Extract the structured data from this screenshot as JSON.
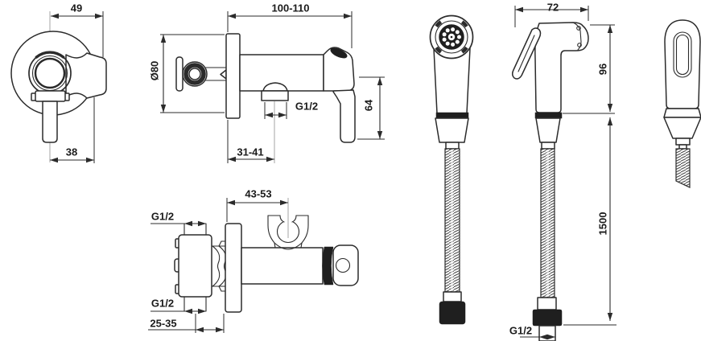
{
  "drawing": {
    "kind": "technical-dimension-drawing",
    "subject": "bidet hand spray with angle valve and holder",
    "colors": {
      "line": "#2b2b2b",
      "background": "#ffffff"
    }
  },
  "labels": {
    "front_width": "49",
    "front_handle_offset": "38",
    "side_depth": "100-110",
    "flange_diameter": "Ø80",
    "outlet_thread": "G1/2",
    "outlet_offset": "31-41",
    "lever_drop": "64",
    "holder_offset": "43-53",
    "top_inlet_thread": "G1/2",
    "top_outlet_thread": "G1/2",
    "body_depth": "25-35",
    "head_width": "72",
    "head_height": "96",
    "hose_length": "1500",
    "hose_thread": "G1/2"
  }
}
